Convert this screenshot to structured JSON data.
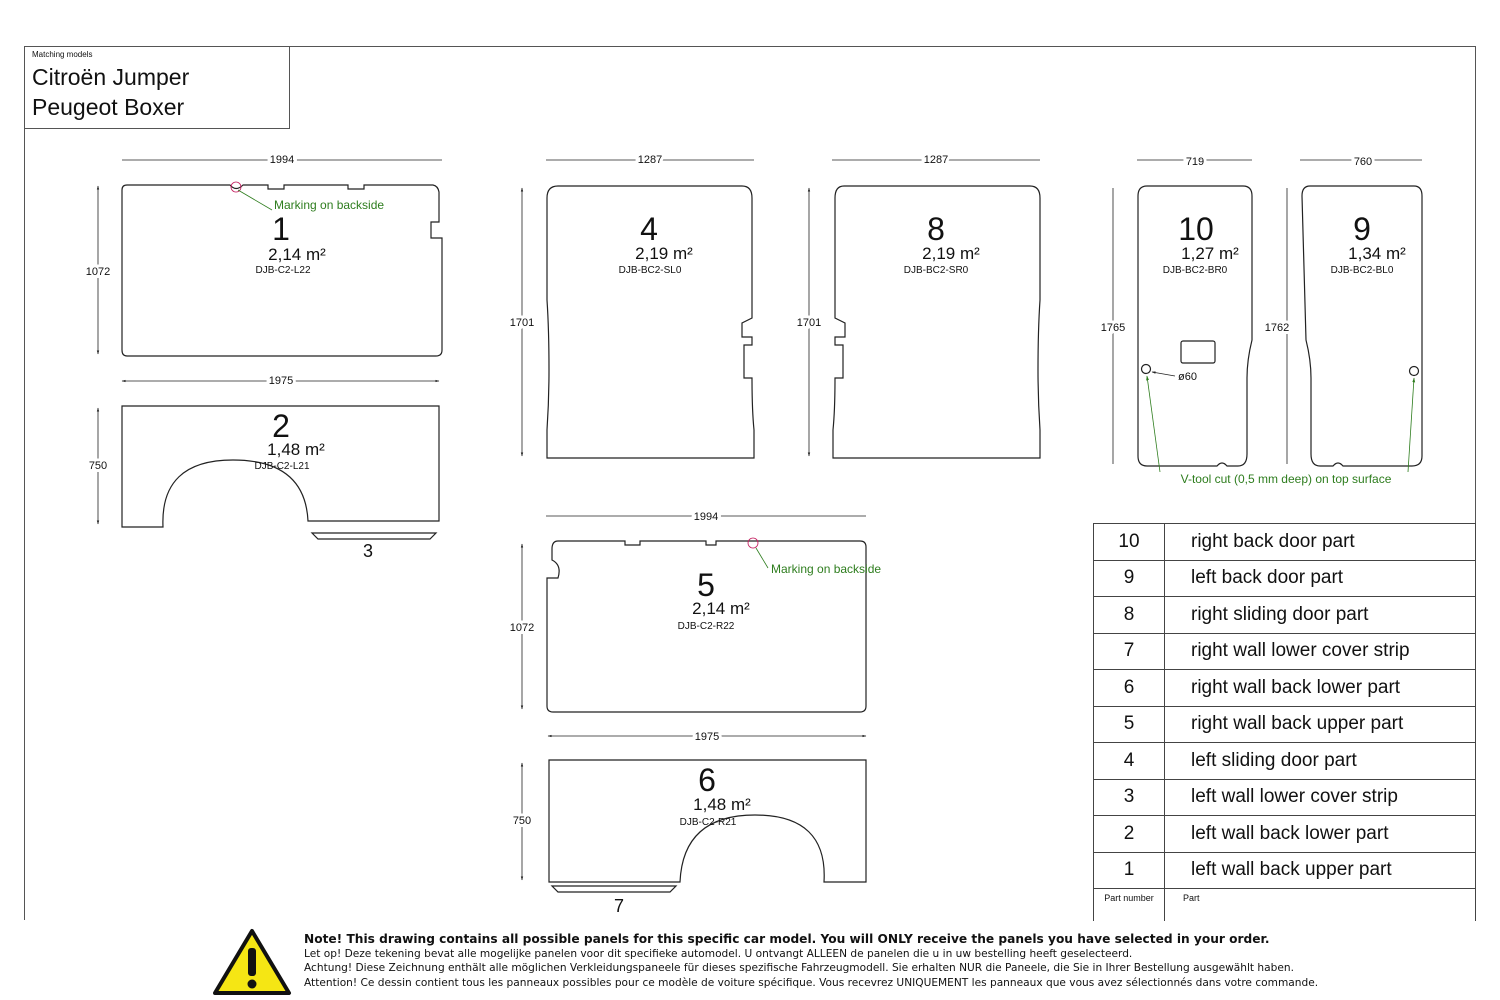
{
  "header": {
    "label": "Matching models",
    "models": [
      "Citroën Jumper",
      "Peugeot Boxer"
    ]
  },
  "panels": [
    {
      "number": "1",
      "area": "2,14 m²",
      "code": "DJB-C2-L22",
      "width_dim": "1994",
      "height_dim": "1072"
    },
    {
      "number": "2",
      "area": "1,48 m²",
      "code": "DJB-C2-L21",
      "width_dim": "1975",
      "height_dim": "750"
    },
    {
      "number": "3"
    },
    {
      "number": "4",
      "area": "2,19 m²",
      "code": "DJB-BC2-SL0",
      "width_dim": "1287",
      "height_dim": "1701"
    },
    {
      "number": "8",
      "area": "2,19 m²",
      "code": "DJB-BC2-SR0",
      "width_dim": "1287",
      "height_dim": "1701"
    },
    {
      "number": "10",
      "area": "1,27 m²",
      "code": "DJB-BC2-BR0",
      "width_dim": "719",
      "height_dim": "1765"
    },
    {
      "number": "9",
      "area": "1,34 m²",
      "code": "DJB-BC2-BL0",
      "width_dim": "760",
      "height_dim": "1762"
    },
    {
      "number": "5",
      "area": "2,14 m²",
      "code": "DJB-C2-R22",
      "width_dim": "1994",
      "height_dim": "1072"
    },
    {
      "number": "6",
      "area": "1,48 m²",
      "code": "DJB-C2-R21",
      "width_dim": "1975",
      "height_dim": "750"
    },
    {
      "number": "7"
    }
  ],
  "annotations": {
    "marking": "Marking on backside",
    "hole": "ø60",
    "vtool": "V-tool cut (0,5 mm deep) on top surface"
  },
  "legend": {
    "rows": [
      {
        "number": "10",
        "part": "right back door part"
      },
      {
        "number": "9",
        "part": "left back door part"
      },
      {
        "number": "8",
        "part": "right sliding door part"
      },
      {
        "number": "7",
        "part": "right wall lower cover strip"
      },
      {
        "number": "6",
        "part": "right wall back lower part"
      },
      {
        "number": "5",
        "part": "right wall back upper part"
      },
      {
        "number": "4",
        "part": "left sliding door part"
      },
      {
        "number": "3",
        "part": "left wall lower cover strip"
      },
      {
        "number": "2",
        "part": "left wall back lower part"
      },
      {
        "number": "1",
        "part": "left wall back upper part"
      }
    ],
    "header_number": "Part number",
    "header_part": "Part"
  },
  "notice": {
    "icon": "warning-icon",
    "en": "Note! This drawing contains all possible panels for this specific car model. You will ONLY receive the panels you have selected in your order.",
    "nl": "Let op! Deze tekening bevat alle mogelijke panelen voor dit specifieke automodel. U ontvangt ALLEEN de panelen die u in uw bestelling heeft geselecteerd.",
    "de": "Achtung! Diese Zeichnung enthält alle möglichen Verkleidungspaneele für dieses spezifische Fahrzeugmodell. Sie erhalten NUR die Paneele, die Sie in Ihrer Bestellung ausgewählt haben.",
    "fr": "Attention! Ce dessin contient tous les panneaux possibles pour ce modèle de voiture spécifique. Vous recevrez UNIQUEMENT les panneaux que vous avez sélectionnés dans votre commande."
  },
  "colors": {
    "annotation": "#2e7d1e",
    "line": "#222222",
    "warning_fill": "#f5e614"
  }
}
